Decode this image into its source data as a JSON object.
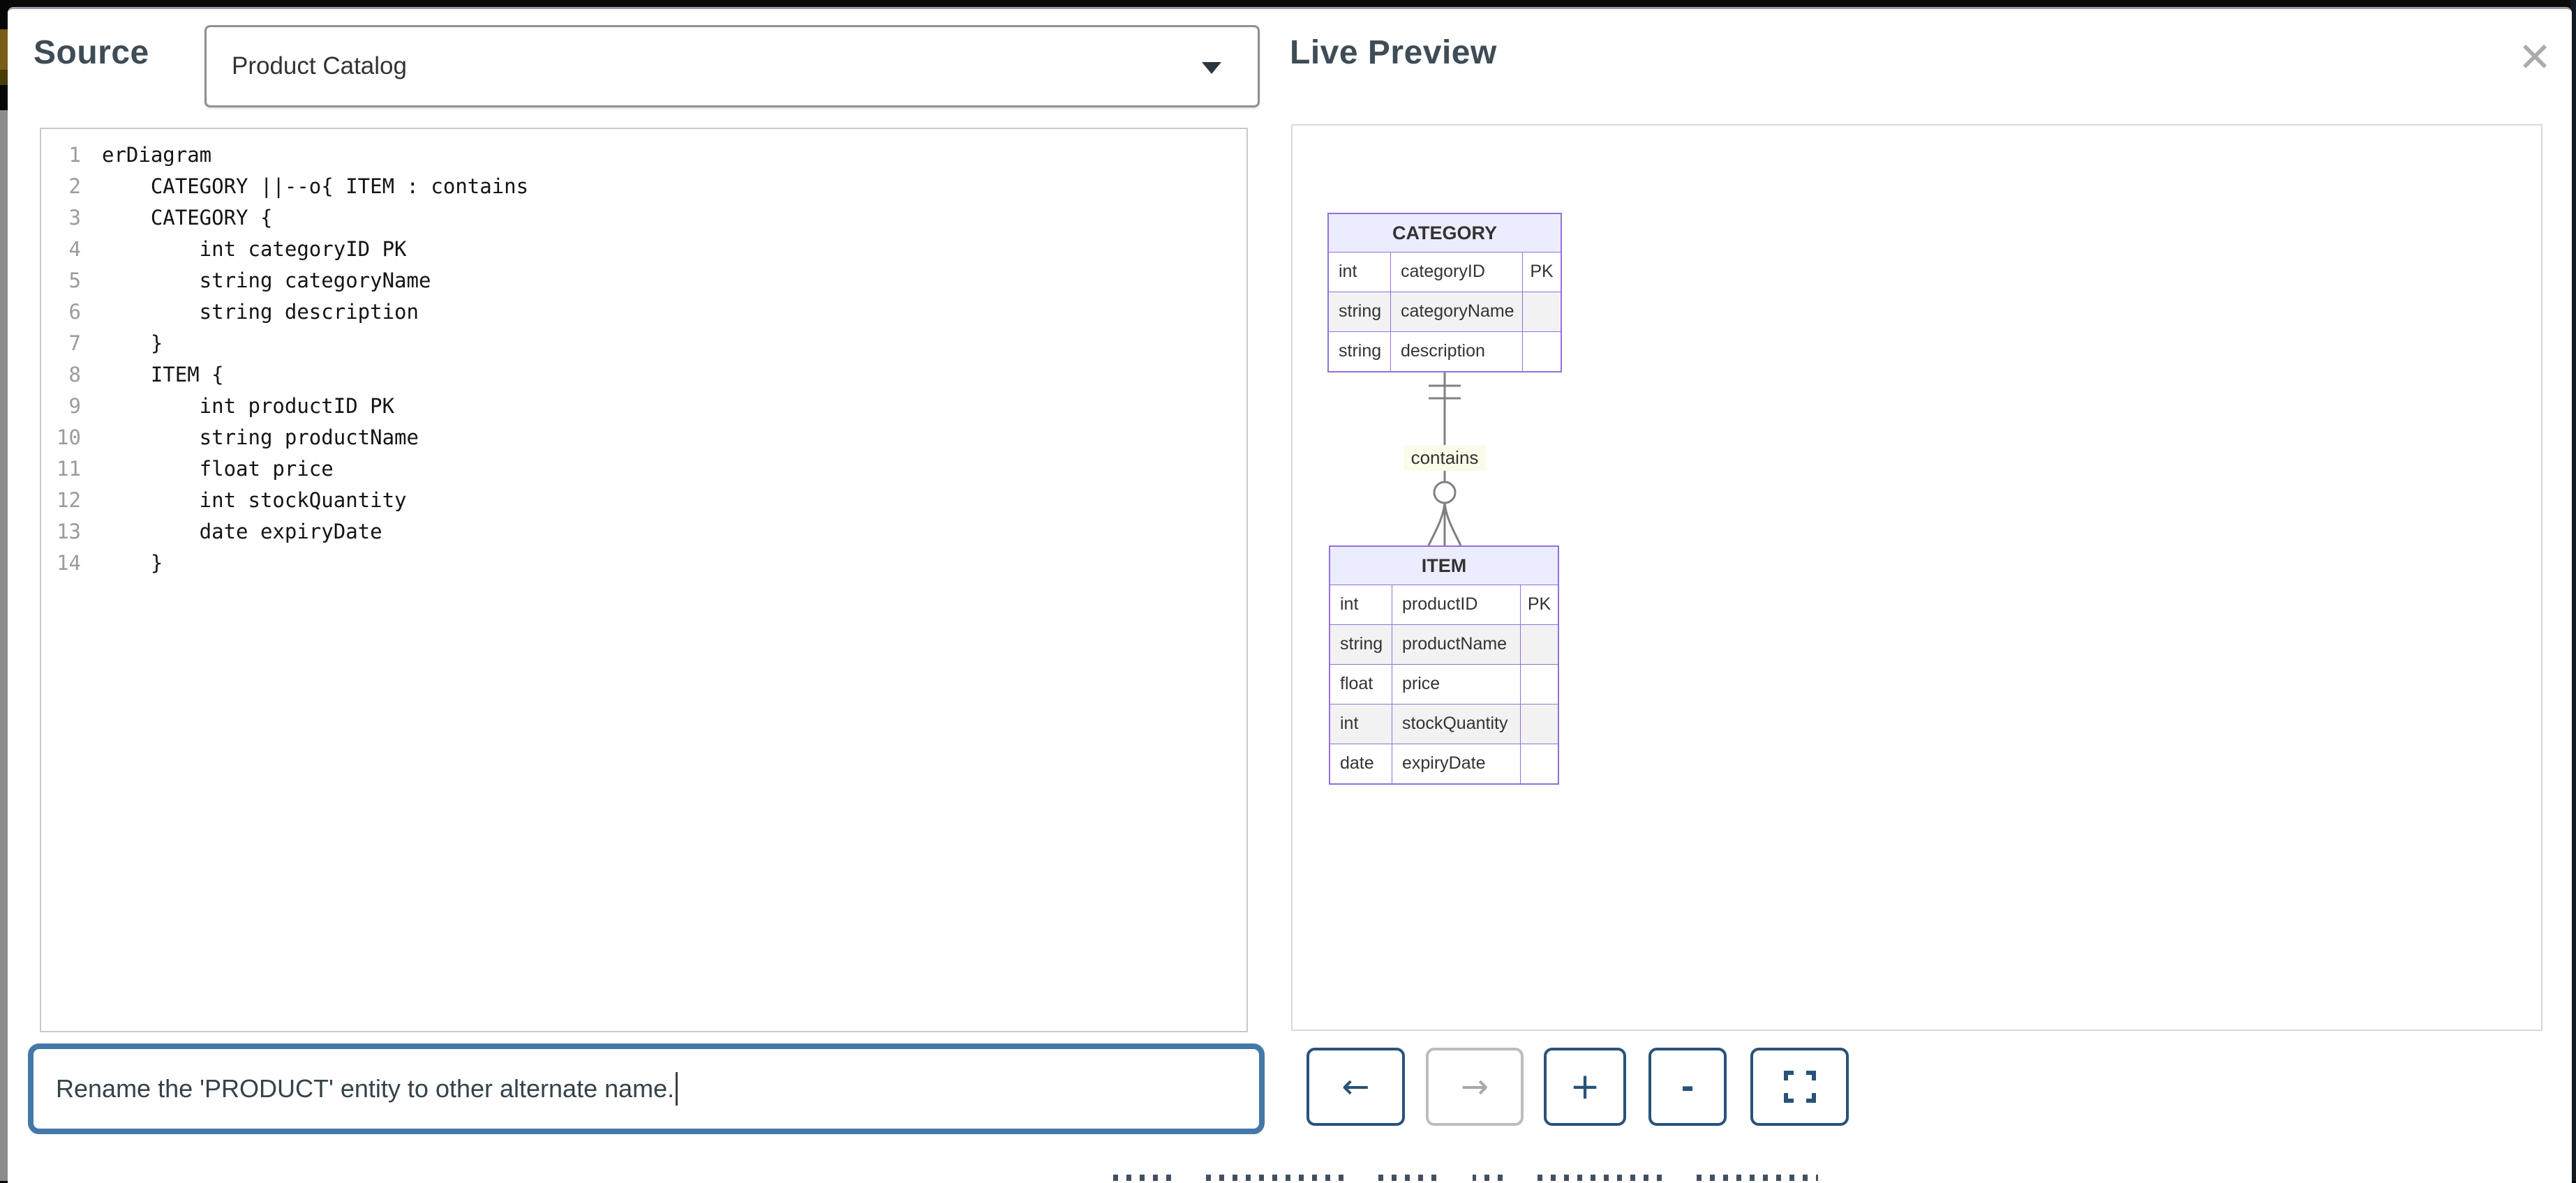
{
  "window": {
    "close_glyph": "✕"
  },
  "source_panel": {
    "title": "Source",
    "dropdown": {
      "selected": "Product Catalog"
    },
    "editor": {
      "line_numbers": [
        "1",
        "2",
        "3",
        "4",
        "5",
        "6",
        "7",
        "8",
        "9",
        "10",
        "11",
        "12",
        "13",
        "14"
      ],
      "lines": [
        "erDiagram",
        "    CATEGORY ||--o{ ITEM : contains",
        "    CATEGORY {",
        "        int categoryID PK",
        "        string categoryName",
        "        string description",
        "    }",
        "    ITEM {",
        "        int productID PK",
        "        string productName",
        "        float price",
        "        int stockQuantity",
        "        date expiryDate",
        "    }"
      ]
    }
  },
  "prompt": {
    "value": "Rename the 'PRODUCT' entity to other alternate name."
  },
  "preview_panel": {
    "title": "Live Preview",
    "diagram": {
      "type": "er-diagram",
      "entities": [
        {
          "name": "CATEGORY",
          "attributes": [
            {
              "type": "int",
              "name": "categoryID",
              "key": "PK"
            },
            {
              "type": "string",
              "name": "categoryName",
              "key": ""
            },
            {
              "type": "string",
              "name": "description",
              "key": ""
            }
          ]
        },
        {
          "name": "ITEM",
          "attributes": [
            {
              "type": "int",
              "name": "productID",
              "key": "PK"
            },
            {
              "type": "string",
              "name": "productName",
              "key": ""
            },
            {
              "type": "float",
              "name": "price",
              "key": ""
            },
            {
              "type": "int",
              "name": "stockQuantity",
              "key": ""
            },
            {
              "type": "date",
              "name": "expiryDate",
              "key": ""
            }
          ]
        }
      ],
      "relationship": {
        "from": "CATEGORY",
        "to": "ITEM",
        "label": "contains",
        "cardinality": "||--o{"
      }
    }
  },
  "toolbar": {
    "back_glyph": "←",
    "forward_glyph": "→",
    "zoom_in_glyph": "+",
    "zoom_out_glyph": "-"
  },
  "colors": {
    "accent_blue": "#4478a8",
    "button_blue": "#28527a",
    "entity_border": "#9370DB",
    "entity_header_fill": "#ECECFF",
    "entity_even_row_fill": "#f2f2f2",
    "relationship_line": "#808080",
    "relationship_label_bg": "#fbfbe9",
    "title_text": "#3e4c56"
  }
}
